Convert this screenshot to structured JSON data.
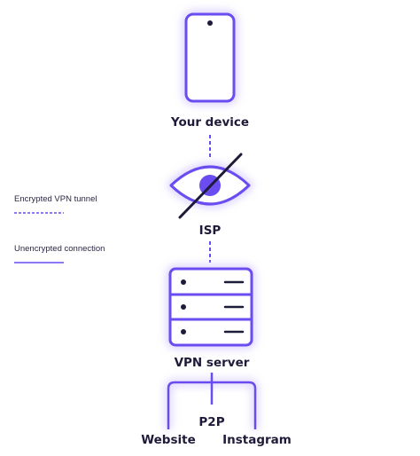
{
  "legend": {
    "encrypted_label": "Encrypted VPN tunnel",
    "unencrypted_label": "Unencrypted connection"
  },
  "nodes": {
    "device": "Your device",
    "isp": "ISP",
    "vpn_server": "VPN server",
    "p2p": "P2P",
    "website": "Website",
    "instagram": "Instagram"
  },
  "colors": {
    "accent": "#6a4cf0",
    "glow": "#c9bbff",
    "text": "#1e1b3a"
  }
}
